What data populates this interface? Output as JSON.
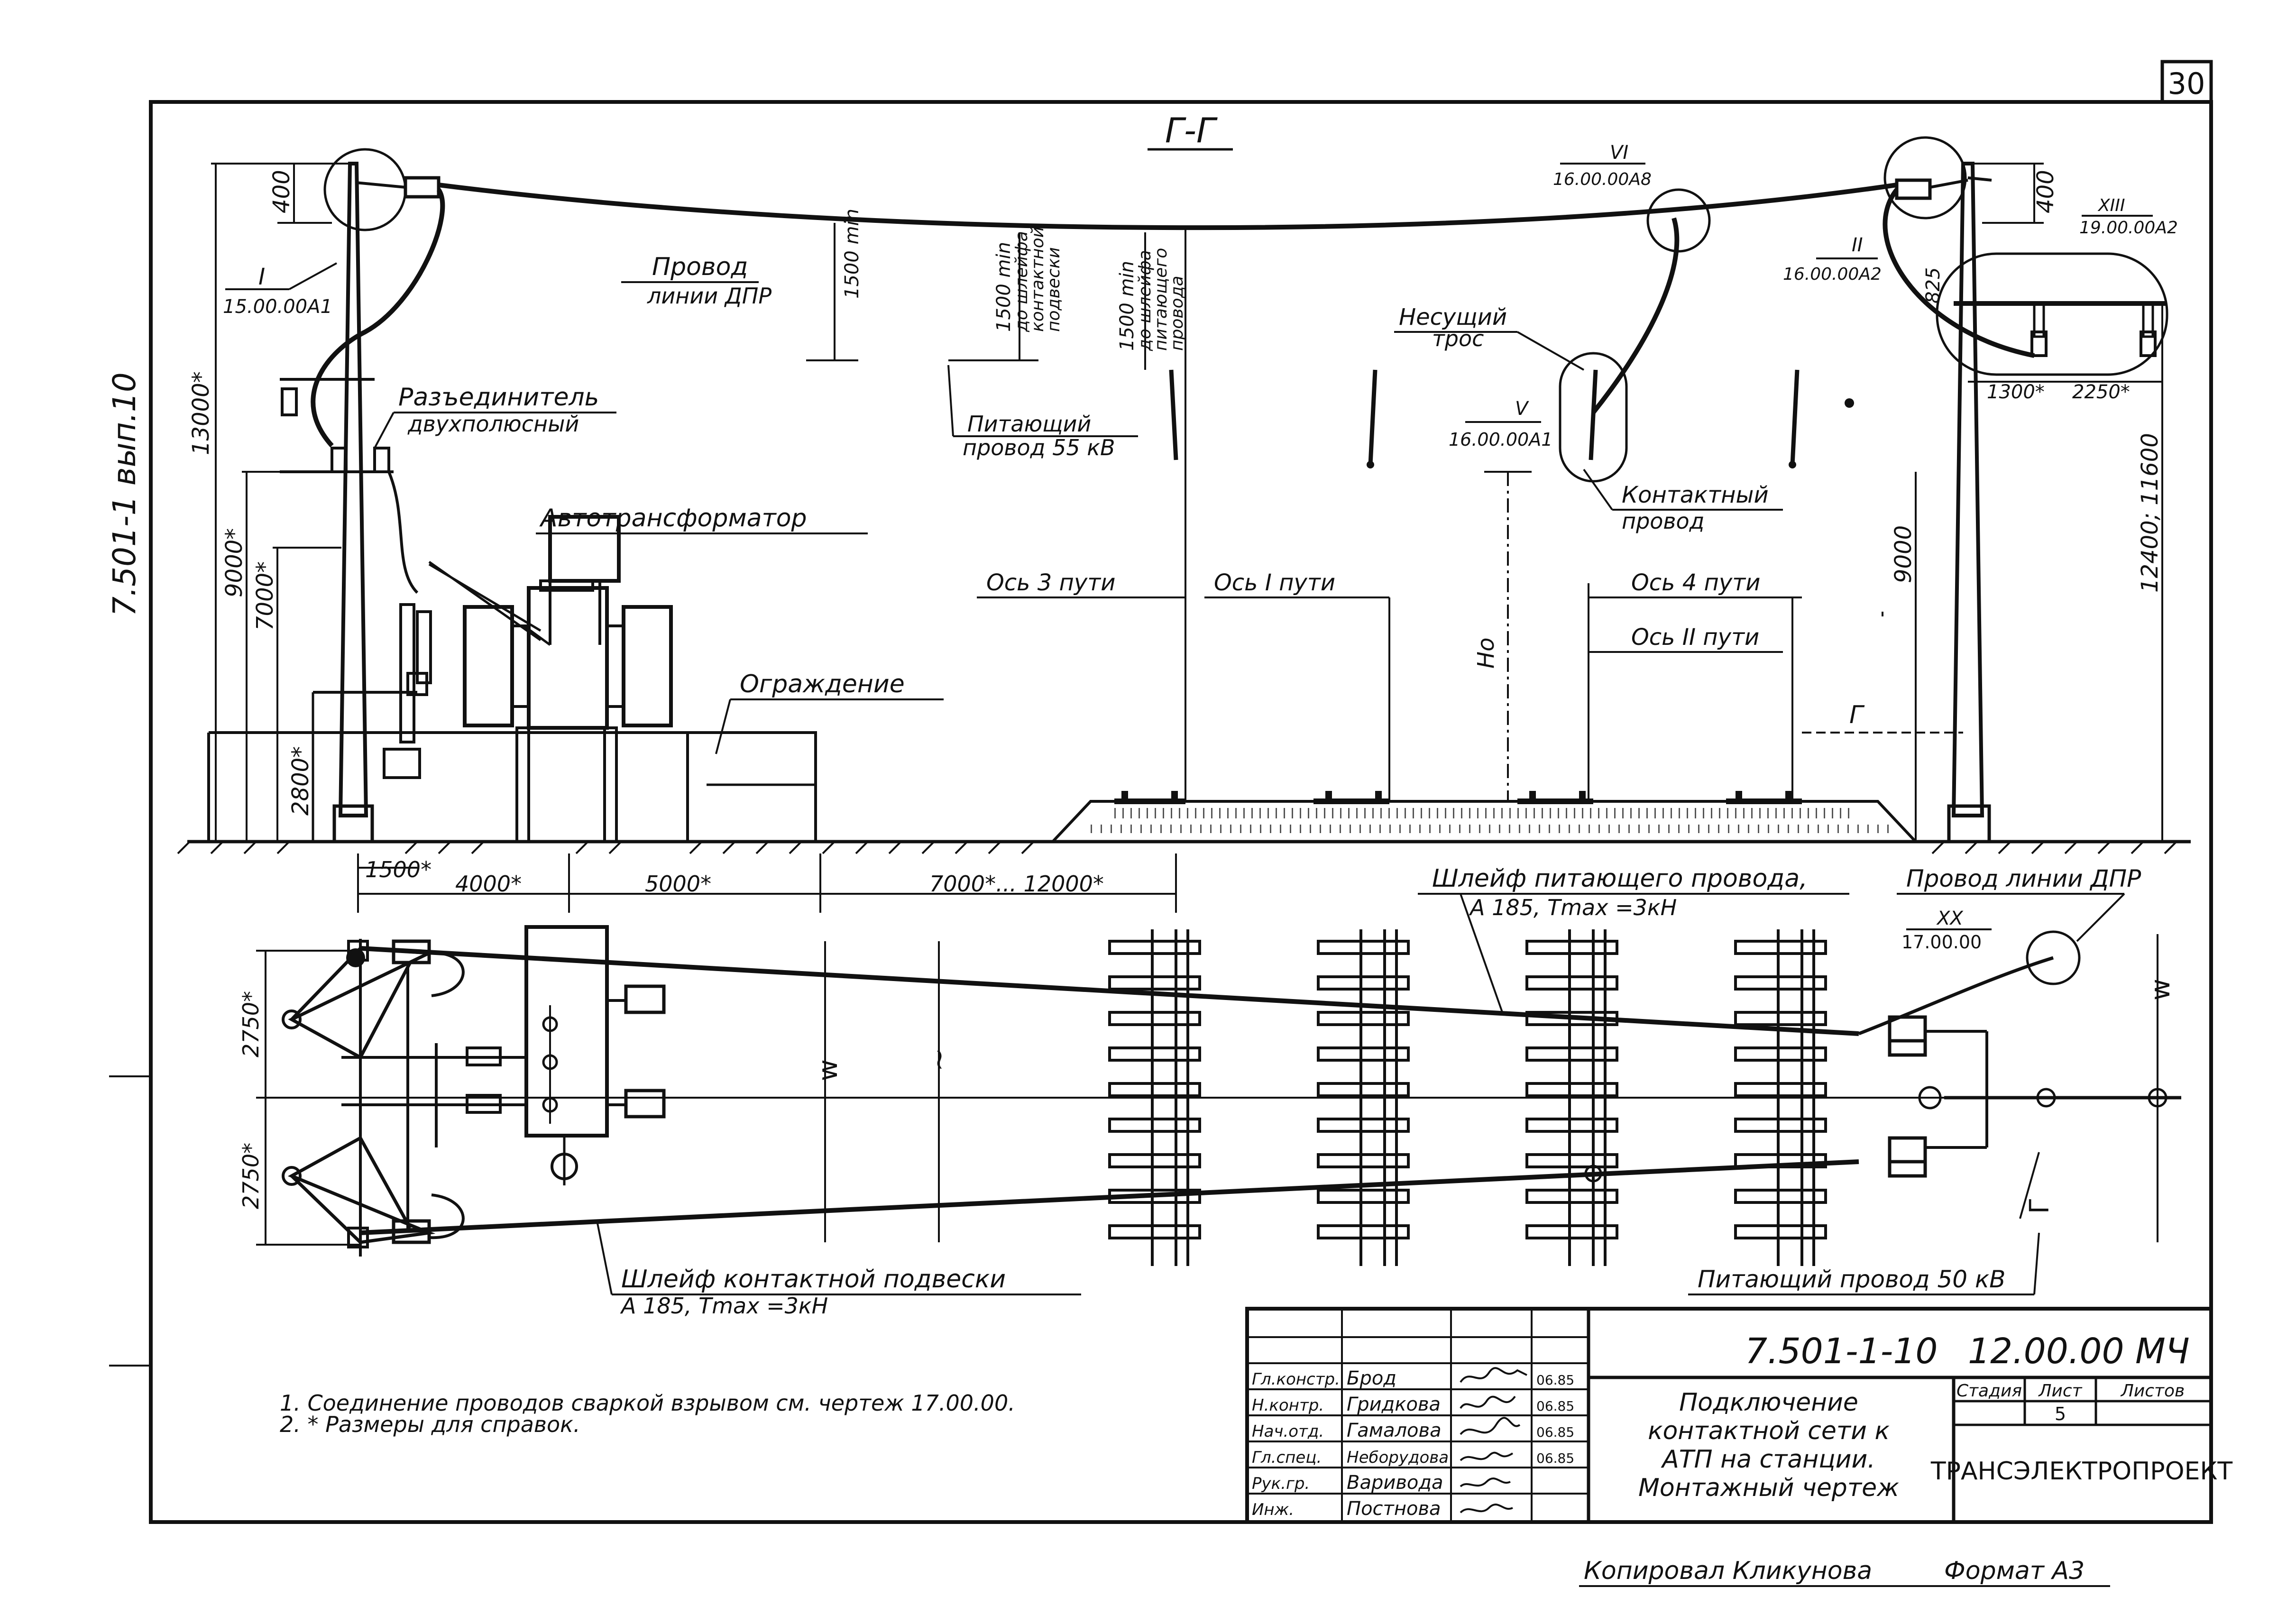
{
  "sheet_number": "30",
  "side_code": "7.501-1 вып.10",
  "section_label": "Г-Г",
  "labels": {
    "dpr_line_wire": [
      "Провод",
      "линии ДПР"
    ],
    "disconnector": [
      "Разъединитель",
      "двухполюсный"
    ],
    "autotransformer": "Автотрансформатор",
    "fence": "Ограждение",
    "feeder_wire": [
      "Питающий",
      "провод 55 кВ"
    ],
    "messenger": [
      "Несущий",
      "трос"
    ],
    "contact_wire": [
      "Контактный",
      "провод"
    ],
    "axis_3": "Ось 3 пути",
    "axis_I": "Ось I пути",
    "axis_4": "Ось 4 пути",
    "axis_II": "Ось II пути",
    "ho": "Но",
    "g": "Г",
    "w": "w",
    "tilde": "~",
    "sag_1": "1500 min",
    "sag_2": [
      "1500 min",
      "до шлейфа",
      "контактной",
      "подвески"
    ],
    "sag_3": [
      "1500 min",
      "до шлейфа",
      "питающего",
      "провода"
    ]
  },
  "refs": {
    "I": {
      "roman": "I",
      "code": "15.00.00А1"
    },
    "V": {
      "roman": "V",
      "code": "16.00.00А1"
    },
    "VI": {
      "roman": "VI",
      "code": "16.00.00А8"
    },
    "II": {
      "roman": "II",
      "code": "16.00.00А2"
    },
    "XIII": {
      "roman": "XIII",
      "code": "19.00.00А2"
    },
    "XX": {
      "roman": "XX",
      "code": "17.00.00"
    }
  },
  "dimensions": {
    "d400_left": "400",
    "d400_right": "400",
    "d13000": "13000*",
    "d9000_left": "9000*",
    "d7000": "7000*",
    "d2800": "2800*",
    "d9000_right": "9000",
    "d12400": "12400; 11600",
    "d825": "825",
    "d1300": "1300*",
    "d2250": "2250*",
    "d1500": "1500*",
    "d4000": "4000*",
    "d5000": "5000*",
    "d7000_12000": "7000*... 12000*",
    "d2750_top": "2750*",
    "d2750_bottom": "2750*"
  },
  "plan_labels": {
    "feeder_loop": [
      "Шлейф питающего провода,",
      "А 185, Tmax =3кН"
    ],
    "dpr_line": "Провод линии ДПР",
    "contact_loop": [
      "Шлейф контактной подвески",
      "А 185, Tmax =3кН"
    ],
    "feeder_50": "Питающий провод 50 кВ"
  },
  "notes": [
    "1. Соединение проводов сваркой взрывом см. чертеж 17.00.00.",
    "2. * Размеры для справок."
  ],
  "title_block": {
    "doc_code": "7.501-1-10",
    "drawing_code": "12.00.00 МЧ",
    "title_lines": [
      "Подключение",
      "контактной сети к",
      "АТП на станции.",
      "Монтажный чертеж"
    ],
    "col_stage": "Стадия",
    "col_sheet": "Лист",
    "col_sheets": "Листов",
    "sheet": "5",
    "org": "ТРАНСЭЛЕКТРОПРОЕКТ",
    "roles": [
      {
        "role": "Гл.констр.",
        "name": "Брод",
        "date": "06.85"
      },
      {
        "role": "Н.контр.",
        "name": "Гридкова",
        "date": "06.85"
      },
      {
        "role": "Нач.отд.",
        "name": "Гамалова",
        "date": "06.85"
      },
      {
        "role": "Гл.спец.",
        "name": "Неборудова",
        "date": "06.85"
      },
      {
        "role": "Рук.гр.",
        "name": "Варивода",
        "date": ""
      },
      {
        "role": "Инж.",
        "name": "Постнова",
        "date": ""
      }
    ]
  },
  "footer": {
    "copied": "Копировал Кликунова",
    "format": "Формат А3"
  }
}
